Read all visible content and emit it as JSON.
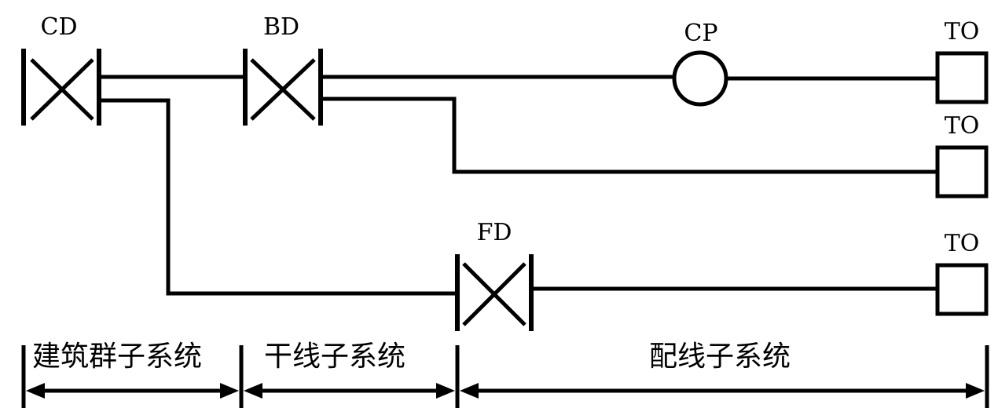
{
  "colors": {
    "line": "#000000",
    "background": "#ffffff"
  },
  "nodes": {
    "cd": {
      "label": "CD"
    },
    "bd": {
      "label": "BD"
    },
    "cp": {
      "label": "CP"
    },
    "fd": {
      "label": "FD"
    },
    "to_top": {
      "label": "TO"
    },
    "to_middle": {
      "label": "TO"
    },
    "to_bottom": {
      "label": "TO"
    }
  },
  "sections": {
    "campus": {
      "label": "建筑群子系统"
    },
    "backbone": {
      "label": "干线子系统"
    },
    "horizontal": {
      "label": "配线子系统"
    }
  }
}
